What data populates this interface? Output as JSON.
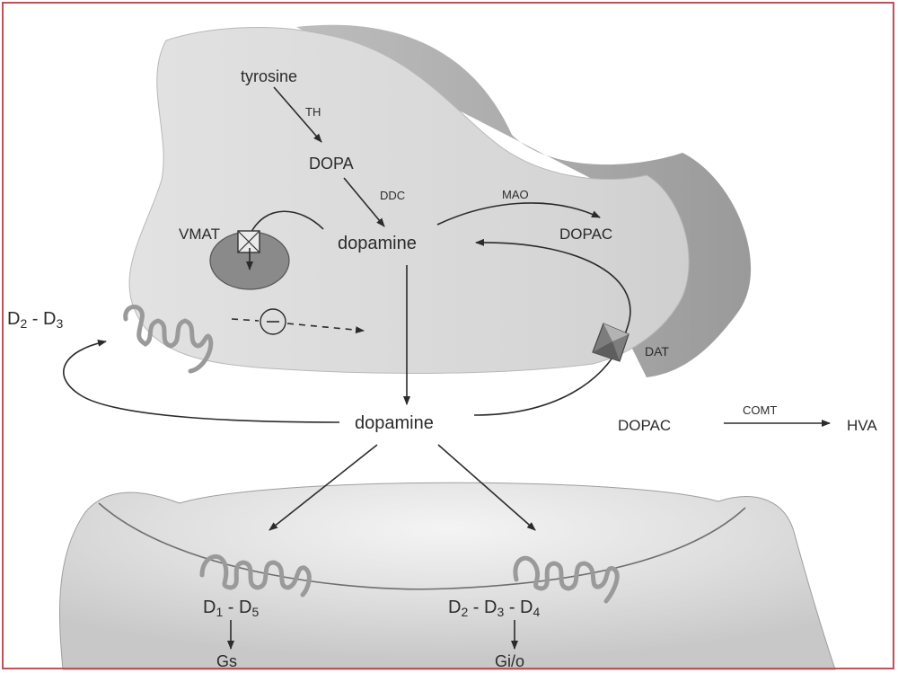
{
  "colors": {
    "border": "#c0505a",
    "terminal_fill": "#dadada",
    "terminal_shade": "#a9a9a9",
    "postsynaptic_fill": "#d4d4d4",
    "vesicle": "#8a8a8a",
    "receptor": "#9a9a9a",
    "ink": "#2b2b2b"
  },
  "presynaptic": {
    "tyrosine": "tyrosine",
    "th": "TH",
    "dopa": "DOPA",
    "ddc": "DDC",
    "dopamine": "dopamine",
    "mao": "MAO",
    "dopac": "DOPAC",
    "vmat": "VMAT",
    "dat": "DAT",
    "autoreceptor_main": "D",
    "autoreceptor_sub1": "2",
    "autoreceptor_sep": " - D",
    "autoreceptor_sub2": "3",
    "inhibit_symbol": "−"
  },
  "cleft": {
    "dopamine": "dopamine",
    "dopac": "DOPAC",
    "comt": "COMT",
    "hva": "HVA"
  },
  "postsynaptic": {
    "left_receptor": {
      "main": "D",
      "sub1": "1",
      "sep": " - D",
      "sub2": "5"
    },
    "right_receptor": {
      "main": "D",
      "sub1": "2",
      "sep1": " - D",
      "sub2": "3",
      "sep2": " - D",
      "sub3": "4"
    },
    "gs": "Gs",
    "gio": "Gi/o"
  },
  "icons": [
    "vmat-transporter-icon",
    "dat-transporter-icon",
    "inhibition-icon",
    "receptor-coil-icon"
  ]
}
